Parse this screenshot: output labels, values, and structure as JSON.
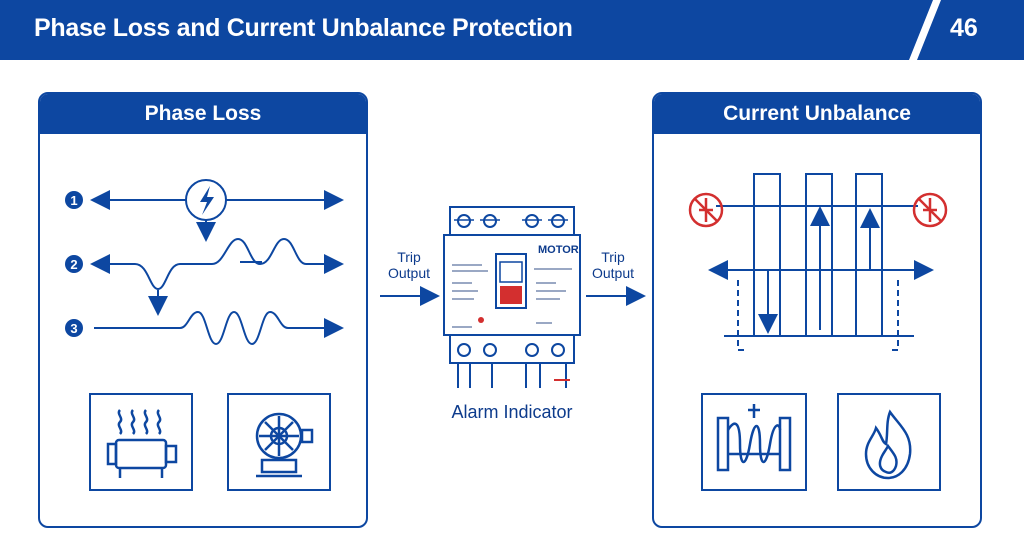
{
  "header": {
    "title": "Phase Loss and Current Unbalance Protection",
    "page_number": "46"
  },
  "left_panel": {
    "title": "Phase Loss",
    "phases": [
      "1",
      "2",
      "3"
    ],
    "icons": [
      "motor-heat-icon",
      "motor-fan-icon"
    ]
  },
  "center": {
    "trip_output_left": [
      "Trip",
      "Output"
    ],
    "trip_output_right": [
      "Trip",
      "Output"
    ],
    "relay_label": "MOTOR",
    "alarm_label": "Alarm Indicator"
  },
  "right_panel": {
    "title": "Current Unbalance",
    "icons": [
      "warning-no-icon",
      "coil-icon",
      "fire-icon"
    ]
  },
  "colors": {
    "primary": "#0d47a1",
    "alarm_red": "#d32f2f",
    "text": "#0d3b8c"
  }
}
